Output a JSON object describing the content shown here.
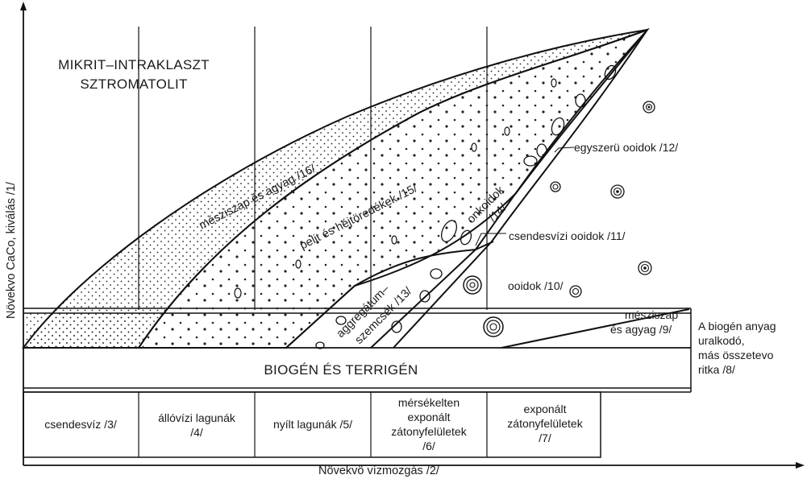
{
  "axes": {
    "y_label": "Növekvo CaCo, kiválás /1/",
    "x_label": "Növekvö vízmozgás /2/"
  },
  "top_title": [
    "MIKRIT–INTRAKLASZT",
    "SZTROMATOLIT"
  ],
  "band_title": "BIOGÉN ÉS TERRIGÉN",
  "environments": [
    {
      "lines": [
        "csendesvíz /3/"
      ]
    },
    {
      "lines": [
        "állóvízi lagunák",
        "/4/"
      ]
    },
    {
      "lines": [
        "nyílt lagunák /5/"
      ]
    },
    {
      "lines": [
        "mérsékelten",
        "exponált",
        "zátonyfelületek",
        "/6/"
      ]
    },
    {
      "lines": [
        "exponált",
        "zátonyfelületek",
        "/7/"
      ]
    }
  ],
  "zones": {
    "meszisap_agyag": "mésziszap és agyag /16/",
    "pelit": "pelit és héjtöredékek /15/",
    "onkoidok": [
      "onkoidok",
      "/14/"
    ],
    "aggregatum": [
      "aggregátum–",
      "szemcsék /13/"
    ],
    "egyszeru": "egyszerü ooidok /12/",
    "csendesvizi": "csendesvízi ooidok /11/",
    "ooidok": "ooidok /10/",
    "meszisap9": [
      "mésziszap",
      "és agyag /9/"
    ]
  },
  "side_note": [
    "A biogén anyag",
    "uralkodó,",
    "más összetevo",
    "ritka /8/"
  ]
}
